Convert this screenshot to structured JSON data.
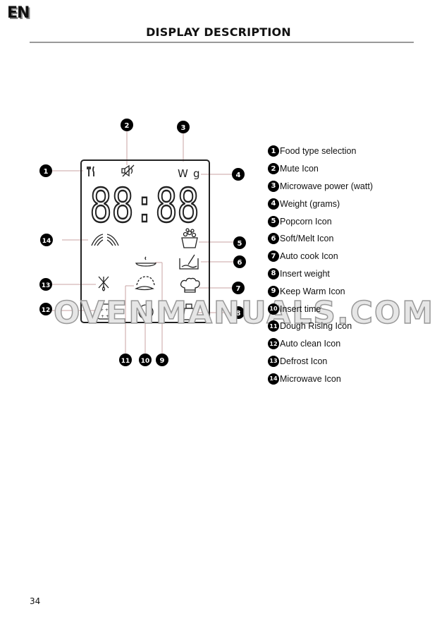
{
  "header": {
    "lang": "EN",
    "title": "DISPLAY DESCRIPTION"
  },
  "display": {
    "digits": "88:88",
    "unit_watt": "W",
    "unit_gram": "g"
  },
  "callouts": [
    "1",
    "2",
    "3",
    "4",
    "5",
    "6",
    "7",
    "8",
    "9",
    "10",
    "11",
    "12",
    "13",
    "14"
  ],
  "legend": [
    {
      "num": "1",
      "label": "Food type selection"
    },
    {
      "num": "2",
      "label": "Mute Icon"
    },
    {
      "num": "3",
      "label": "Microwave power (watt)"
    },
    {
      "num": "4",
      "label": "Weight (grams)"
    },
    {
      "num": "5",
      "label": "Popcorn Icon"
    },
    {
      "num": "6",
      "label": "Soft/Melt Icon"
    },
    {
      "num": "7",
      "label": "Auto cook Icon"
    },
    {
      "num": "8",
      "label": "Insert weight"
    },
    {
      "num": "9",
      "label": "Keep Warm Icon"
    },
    {
      "num": "10",
      "label": "Insert time"
    },
    {
      "num": "11",
      "label": "Dough Rising Icon"
    },
    {
      "num": "12",
      "label": "Auto clean Icon"
    },
    {
      "num": "13",
      "label": "Defrost Icon"
    },
    {
      "num": "14",
      "label": "Microwave Icon"
    }
  ],
  "watermark": "OVENMANUALS.COM",
  "page_number": "34",
  "colors": {
    "leader": "#c9a3a3",
    "ink": "#111111"
  }
}
